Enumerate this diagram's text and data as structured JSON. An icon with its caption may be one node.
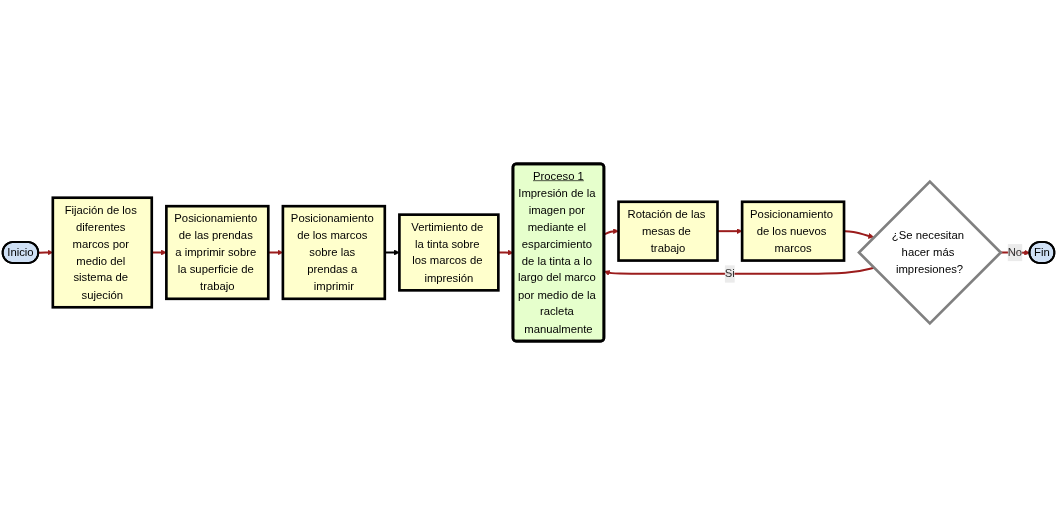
{
  "diagram": {
    "nodes": [
      {
        "text": [
          "Inicio"
        ]
      },
      {
        "text": [
          "Fijación de los diferentes marcos por medio del sistema de sujeción"
        ]
      },
      {
        "text": [
          "Posicionamiento de las prendas a imprimir sobre la superficie de trabajo"
        ]
      },
      {
        "text": [
          "Posicionamiento de los marcos sobre las prendas a imprimir"
        ]
      },
      {
        "text": [
          "Vertimiento de la tinta sobre los marcos de impresión"
        ]
      },
      {
        "text": [
          "Proceso 1",
          "Impresión de la imagen por mediante el esparcimiento de la tinta a lo largo del marco por medio de la racleta manualmente"
        ]
      },
      {
        "text": [
          "Rotación de las mesas de trabajo"
        ]
      },
      {
        "text": [
          "Posicionamiento de los nuevos marcos"
        ]
      },
      {
        "text": [
          "¿Se necesitan hacer más impresiones?"
        ]
      },
      {
        "text": [
          "Fin"
        ]
      }
    ],
    "edges": [
      {
        "from": 0,
        "to": 1,
        "arrow": "to"
      },
      {
        "from": 1,
        "to": 2,
        "arrow": "to"
      },
      {
        "from": 2,
        "to": 3,
        "arrow": "to"
      },
      {
        "from": 3,
        "to": 4,
        "arrow": "to",
        "color": "#000000"
      },
      {
        "from": 4,
        "to": 5,
        "arrow": "to"
      },
      {
        "from": 5,
        "to": 6,
        "arrow": "to"
      },
      {
        "from": 6,
        "to": 7,
        "arrow": "to"
      },
      {
        "from": 7,
        "to": 8,
        "arrow": "to"
      },
      {
        "from": 8,
        "to": 5,
        "label": "Si",
        "arrow": "to"
      },
      {
        "from": 8,
        "to": 9,
        "label": "No",
        "arrow": "to"
      }
    ]
  }
}
